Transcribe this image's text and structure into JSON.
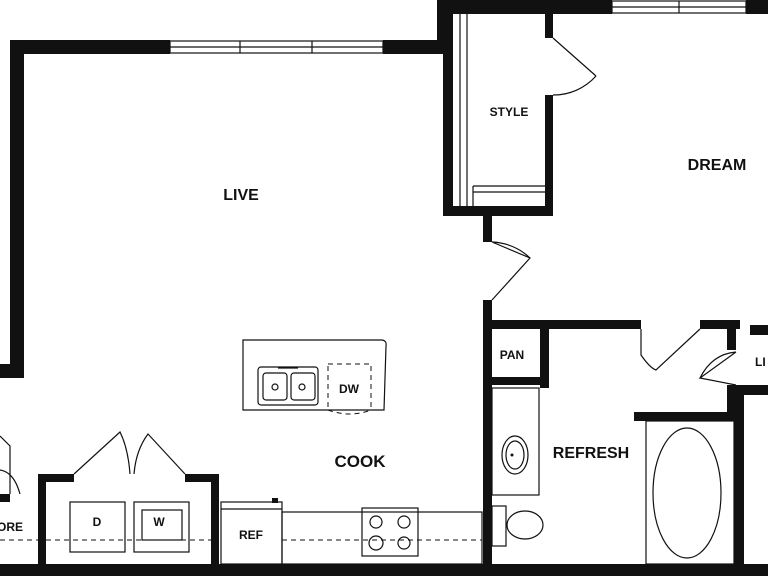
{
  "rooms": {
    "live": "LIVE",
    "dream": "DREAM",
    "style": "STYLE",
    "cook": "COOK",
    "refresh": "REFRESH",
    "pan": "PAN",
    "dw": "DW",
    "ref": "REF",
    "dryer": "D",
    "washer": "W",
    "store": "ORE",
    "linen": "LI"
  },
  "colors": {
    "wall": "#111111",
    "background": "#ffffff"
  }
}
